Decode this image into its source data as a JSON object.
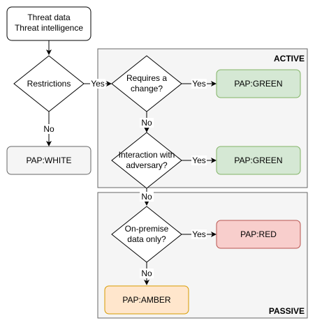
{
  "colors": {
    "zone_fill": "#f5f5f5",
    "zone_stroke": "#666666",
    "green_fill": "#d5e8d4",
    "green_stroke": "#82b366",
    "red_fill": "#f8cecc",
    "red_stroke": "#b85450",
    "amber_fill": "#ffe6cc",
    "amber_stroke": "#d79b00",
    "white_fill": "#f5f5f5",
    "white_stroke": "#666666",
    "line": "#000000"
  },
  "zones": {
    "active": "ACTIVE",
    "passive": "PASSIVE"
  },
  "nodes": {
    "start": {
      "line1": "Threat data",
      "line2": "Threat intelligence"
    },
    "restrictions": {
      "line1": "Restrictions"
    },
    "requires_change": {
      "line1": "Requires a",
      "line2": "change?"
    },
    "interaction": {
      "line1": "Interaction with",
      "line2": "adversary?"
    },
    "on_premise": {
      "line1": "On-premise",
      "line2": "data only?"
    },
    "white": {
      "label": "PAP:WHITE"
    },
    "green1": {
      "label": "PAP:GREEN"
    },
    "green2": {
      "label": "PAP:GREEN"
    },
    "red": {
      "label": "PAP:RED"
    },
    "amber": {
      "label": "PAP:AMBER"
    }
  },
  "edges": {
    "restrictions_yes": "Yes",
    "restrictions_no": "No",
    "change_yes": "Yes",
    "change_no": "No",
    "interaction_yes": "Yes",
    "interaction_no": "No",
    "onprem_yes": "Yes",
    "onprem_no": "No"
  }
}
